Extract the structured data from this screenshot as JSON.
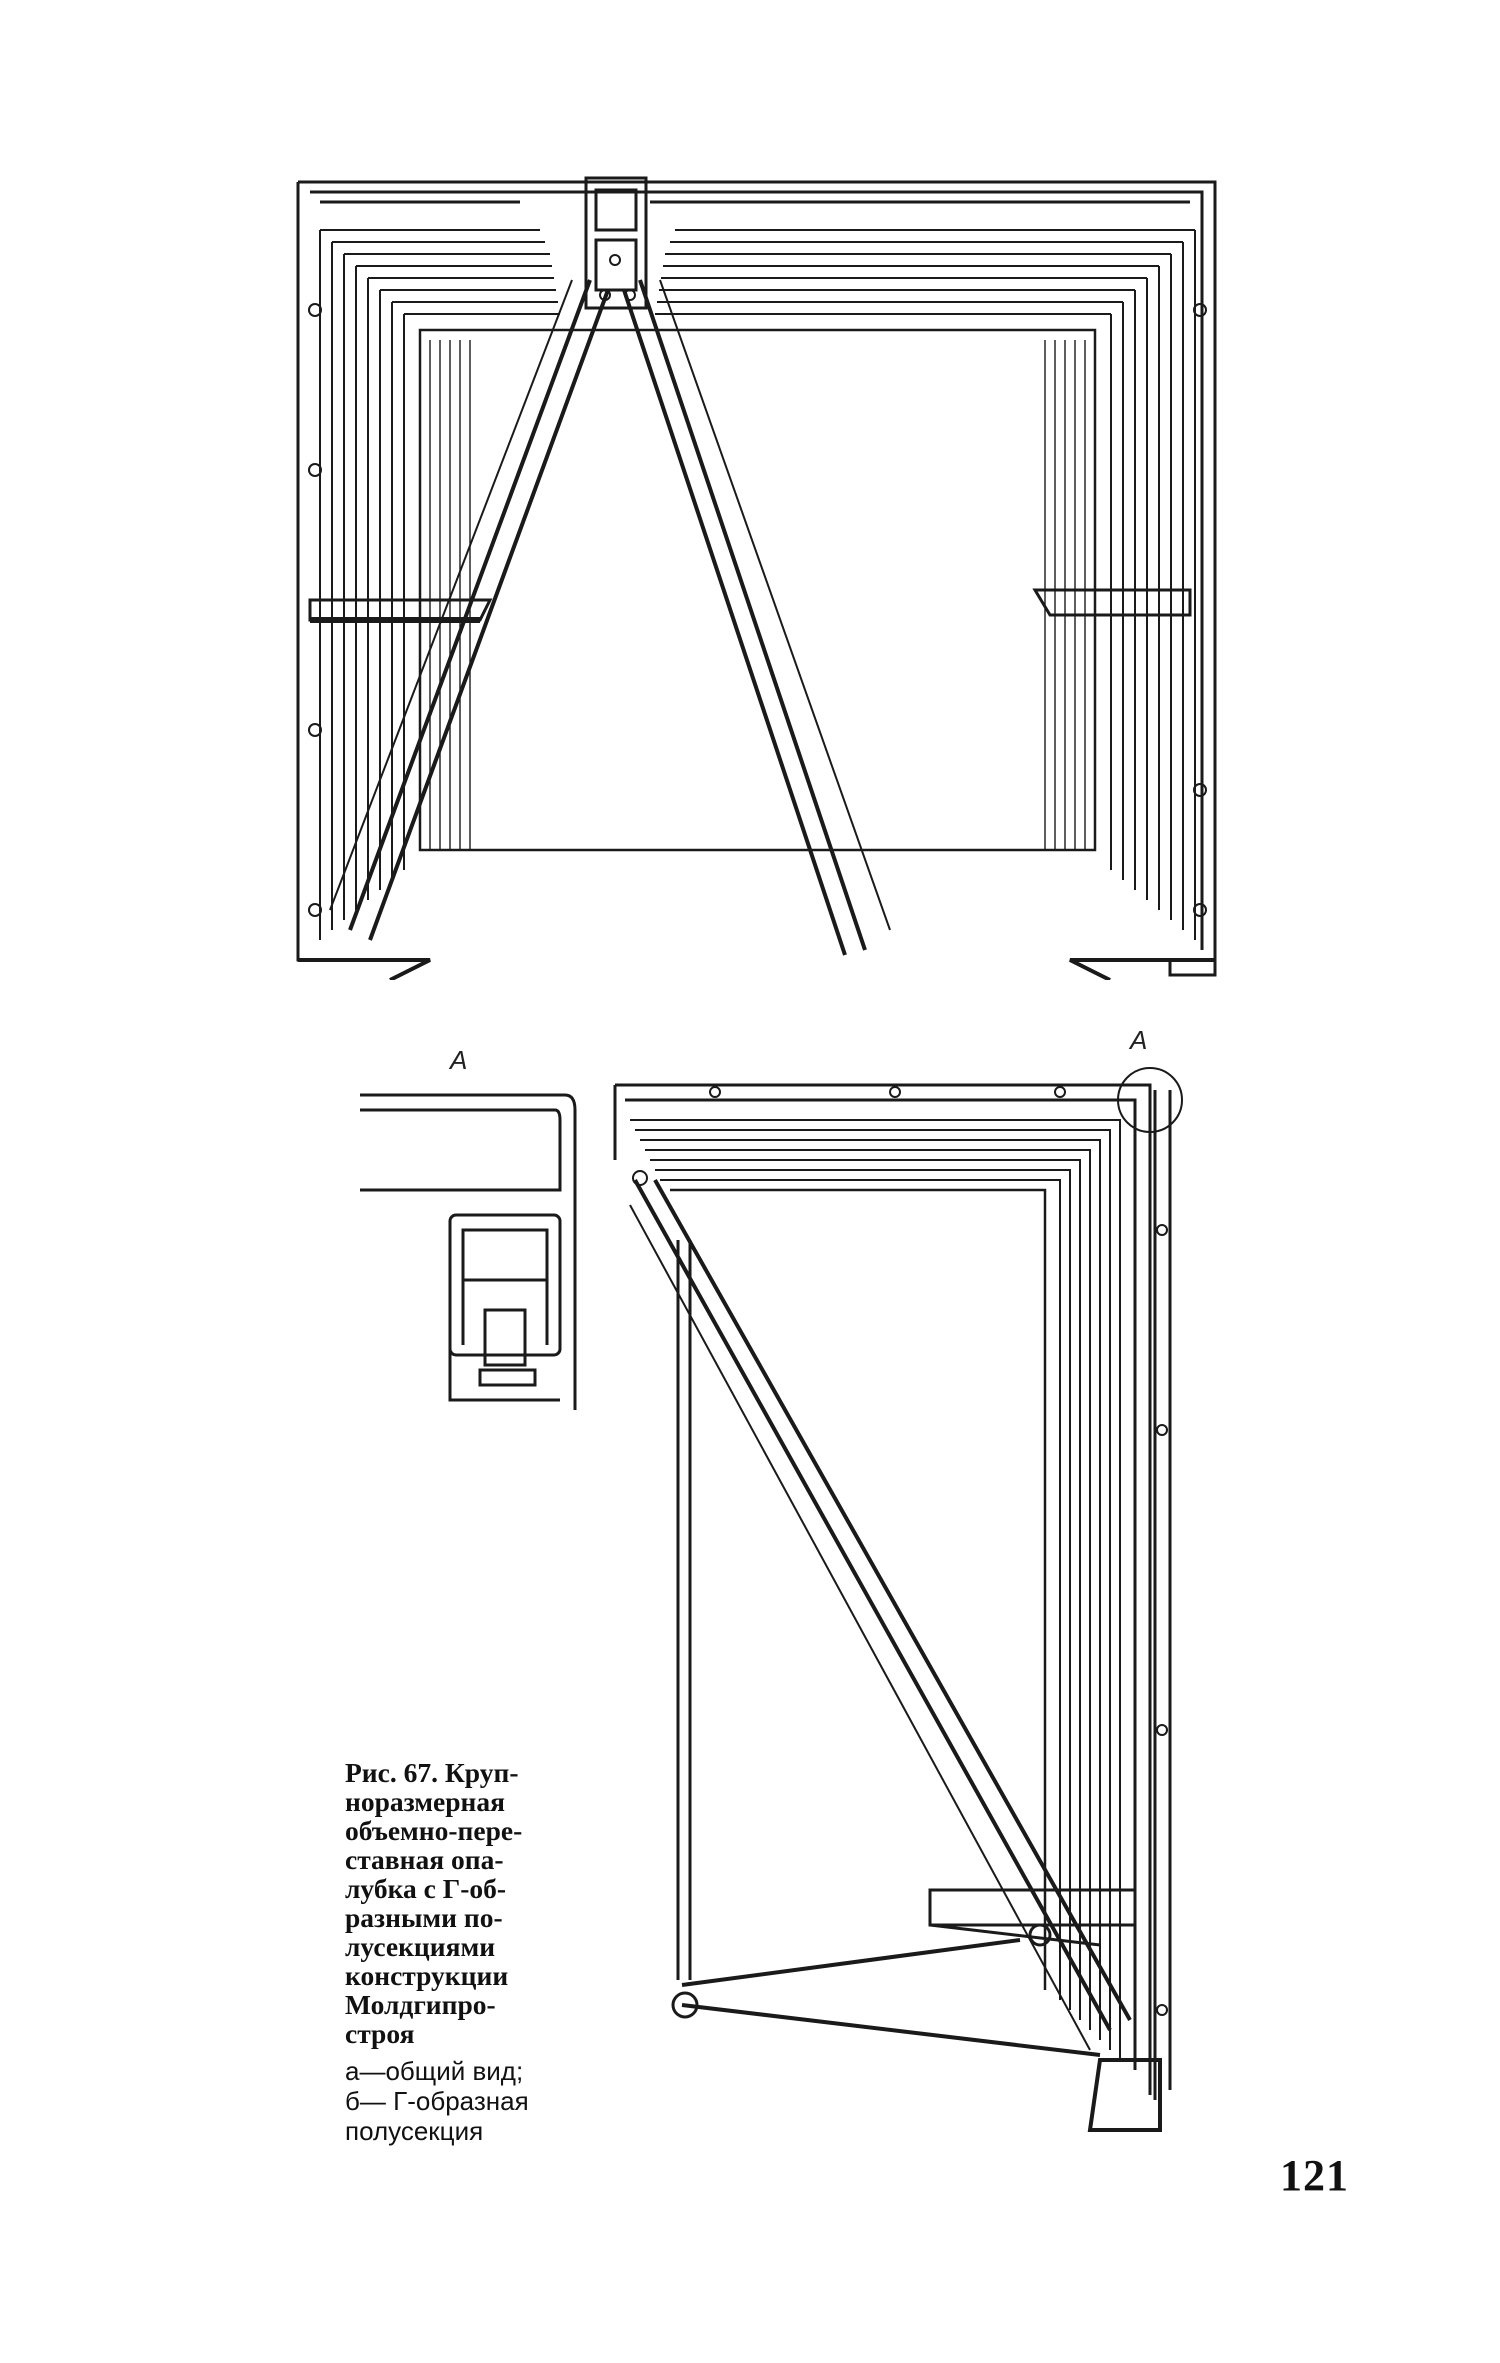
{
  "figure": {
    "callout_label": "A",
    "detail_label": "A",
    "caption_title_lines": [
      "Рис. 67. Круп-",
      "норазмерная",
      "объемно-пере-",
      "ставная опа-",
      "лубка с Г-об-",
      "разными по-",
      "лусекциями",
      "конструкции",
      "Молдгипро-",
      "строя"
    ],
    "legend_lines": [
      "а—общий вид;",
      "б— Г-образная",
      "полусекция"
    ]
  },
  "page_number": "121"
}
